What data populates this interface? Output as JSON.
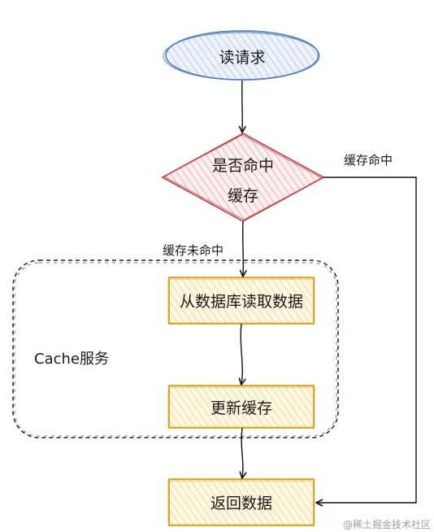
{
  "nodes": {
    "start": "读请求",
    "decision_line1": "是否命中",
    "decision_line2": "缓存",
    "read_db": "从数据库读取数据",
    "update_cache": "更新缓存",
    "return": "返回数据"
  },
  "edges": {
    "hit": "缓存命中",
    "miss": "缓存未命中"
  },
  "group": {
    "label": "Cache服务"
  },
  "watermark": "@稀土掘金技术社区",
  "colors": {
    "start_stroke": "#5a7fc0",
    "start_fill": "#dbe6f6",
    "decision_stroke": "#c0484f",
    "decision_fill": "#f6d6d6",
    "process_stroke": "#d9a21b",
    "process_fill": "#fbedc8",
    "line": "#111111"
  }
}
